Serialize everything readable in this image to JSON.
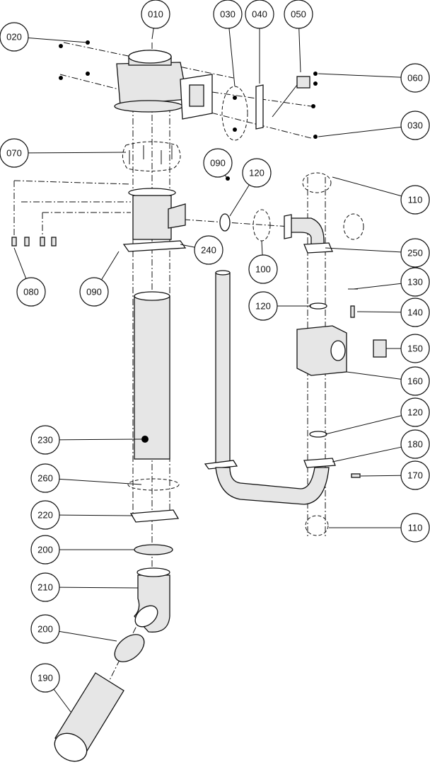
{
  "callouts": [
    {
      "label": "010"
    },
    {
      "label": "020"
    },
    {
      "label": "030"
    },
    {
      "label": "040"
    },
    {
      "label": "050"
    },
    {
      "label": "060"
    },
    {
      "label": "030"
    },
    {
      "label": "070"
    },
    {
      "label": "090"
    },
    {
      "label": "120"
    },
    {
      "label": "110"
    },
    {
      "label": "080"
    },
    {
      "label": "090"
    },
    {
      "label": "100"
    },
    {
      "label": "240"
    },
    {
      "label": "250"
    },
    {
      "label": "130"
    },
    {
      "label": "120"
    },
    {
      "label": "140"
    },
    {
      "label": "150"
    },
    {
      "label": "160"
    },
    {
      "label": "230"
    },
    {
      "label": "120"
    },
    {
      "label": "180"
    },
    {
      "label": "260"
    },
    {
      "label": "170"
    },
    {
      "label": "220"
    },
    {
      "label": "110"
    },
    {
      "label": "200"
    },
    {
      "label": "210"
    },
    {
      "label": "200"
    },
    {
      "label": "190"
    }
  ]
}
